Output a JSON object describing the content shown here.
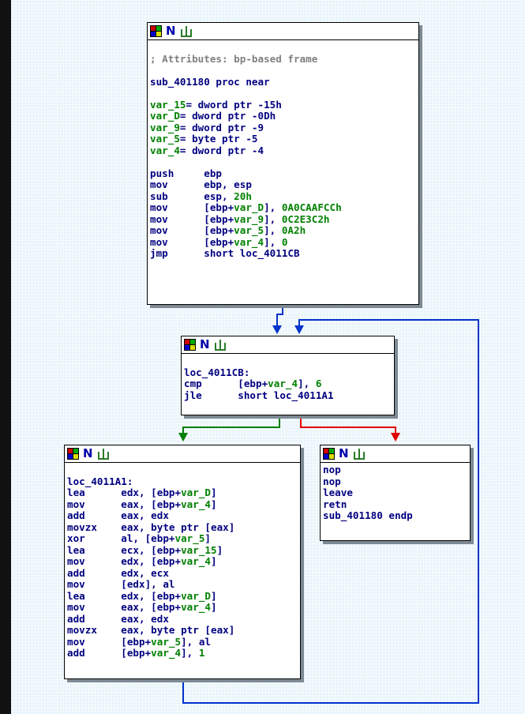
{
  "nodes": {
    "block1": {
      "icon": "ida-node-header-icons",
      "lines": [
        {
          "kind": "blank"
        },
        {
          "kind": "comment",
          "text": "; Attributes: bp-based frame"
        },
        {
          "kind": "blank"
        },
        {
          "kind": "label",
          "text": "sub_401180 proc near"
        },
        {
          "kind": "blank"
        },
        {
          "kind": "var",
          "name": "var_15",
          "rest": "= dword ptr -15h"
        },
        {
          "kind": "var",
          "name": "var_D",
          "rest": "= dword ptr -0Dh"
        },
        {
          "kind": "var",
          "name": "var_9",
          "rest": "= dword ptr -9"
        },
        {
          "kind": "var",
          "name": "var_5",
          "rest": "= byte ptr -5"
        },
        {
          "kind": "var",
          "name": "var_4",
          "rest": "= dword ptr -4"
        },
        {
          "kind": "blank"
        },
        {
          "kind": "ins",
          "mn": "push",
          "ops": "ebp"
        },
        {
          "kind": "ins",
          "mn": "mov",
          "ops": "ebp, esp"
        },
        {
          "kind": "ins",
          "mn": "sub",
          "ops": "esp, 20h"
        },
        {
          "kind": "ins",
          "mn": "mov",
          "ops": "[ebp+var_D], 0A0CAAFCCh"
        },
        {
          "kind": "ins",
          "mn": "mov",
          "ops": "[ebp+var_9], 0C2E3C2h"
        },
        {
          "kind": "ins",
          "mn": "mov",
          "ops": "[ebp+var_5], 0A2h"
        },
        {
          "kind": "ins",
          "mn": "mov",
          "ops": "[ebp+var_4], 0"
        },
        {
          "kind": "ins",
          "mn": "jmp",
          "ops": "short loc_4011CB"
        }
      ]
    },
    "block2": {
      "lines": [
        {
          "kind": "blank"
        },
        {
          "kind": "label",
          "text": "loc_4011CB:"
        },
        {
          "kind": "ins",
          "mn": "cmp",
          "ops": "[ebp+var_4], 6"
        },
        {
          "kind": "ins",
          "mn": "jle",
          "ops": "short loc_4011A1"
        }
      ]
    },
    "block3": {
      "lines": [
        {
          "kind": "blank"
        },
        {
          "kind": "label",
          "text": "loc_4011A1:"
        },
        {
          "kind": "ins",
          "mn": "lea",
          "ops": "edx, [ebp+var_D]"
        },
        {
          "kind": "ins",
          "mn": "mov",
          "ops": "eax, [ebp+var_4]"
        },
        {
          "kind": "ins",
          "mn": "add",
          "ops": "eax, edx"
        },
        {
          "kind": "ins",
          "mn": "movzx",
          "ops": "eax, byte ptr [eax]"
        },
        {
          "kind": "ins",
          "mn": "xor",
          "ops": "al, [ebp+var_5]"
        },
        {
          "kind": "ins",
          "mn": "lea",
          "ops": "ecx, [ebp+var_15]"
        },
        {
          "kind": "ins",
          "mn": "mov",
          "ops": "edx, [ebp+var_4]"
        },
        {
          "kind": "ins",
          "mn": "add",
          "ops": "edx, ecx"
        },
        {
          "kind": "ins",
          "mn": "mov",
          "ops": "[edx], al"
        },
        {
          "kind": "ins",
          "mn": "lea",
          "ops": "edx, [ebp+var_D]"
        },
        {
          "kind": "ins",
          "mn": "mov",
          "ops": "eax, [ebp+var_4]"
        },
        {
          "kind": "ins",
          "mn": "add",
          "ops": "eax, edx"
        },
        {
          "kind": "ins",
          "mn": "movzx",
          "ops": "eax, byte ptr [eax]"
        },
        {
          "kind": "ins",
          "mn": "mov",
          "ops": "[ebp+var_5], al"
        },
        {
          "kind": "ins",
          "mn": "add",
          "ops": "[ebp+var_4], 1"
        }
      ]
    },
    "block4": {
      "lines": [
        {
          "kind": "ins",
          "mn": "nop",
          "ops": ""
        },
        {
          "kind": "ins",
          "mn": "nop",
          "ops": ""
        },
        {
          "kind": "ins",
          "mn": "leave",
          "ops": ""
        },
        {
          "kind": "ins",
          "mn": "retn",
          "ops": ""
        },
        {
          "kind": "label",
          "text": "sub_401180 endp"
        }
      ]
    }
  },
  "colors": {
    "edge_unconditional": "#0033cc",
    "edge_true": "#008000",
    "edge_false": "#e00000",
    "background": "#e9f4fb"
  },
  "header": {
    "n_label": "N"
  }
}
